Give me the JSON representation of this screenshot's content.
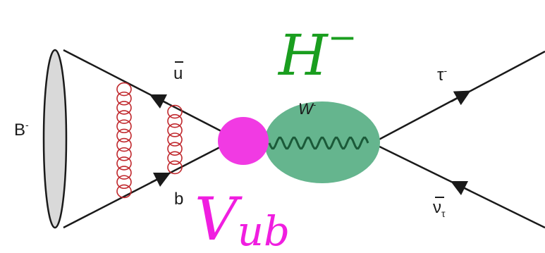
{
  "diagram": {
    "meson_label": "B",
    "meson_charge": "-",
    "upper_quark": "u",
    "lower_quark": "b",
    "boson_label": "W",
    "boson_charge": "-",
    "tau_label": "τ",
    "tau_charge": "-",
    "neutrino_label": "ν",
    "neutrino_subscript": "τ",
    "higgs_label": "H",
    "higgs_charge": "−",
    "vub_label": "V",
    "vub_subscript": "ub"
  },
  "colors": {
    "line": "#1a1a1a",
    "gluon": "#c0282d",
    "cone_fill": "#d9d9d9",
    "vub_blob": "#f13ae3",
    "higgs_blob": "#65b58e",
    "higgs_text": "#1a9e1f",
    "vub_text": "#f01ee0",
    "wavy": "#1b5a39"
  }
}
